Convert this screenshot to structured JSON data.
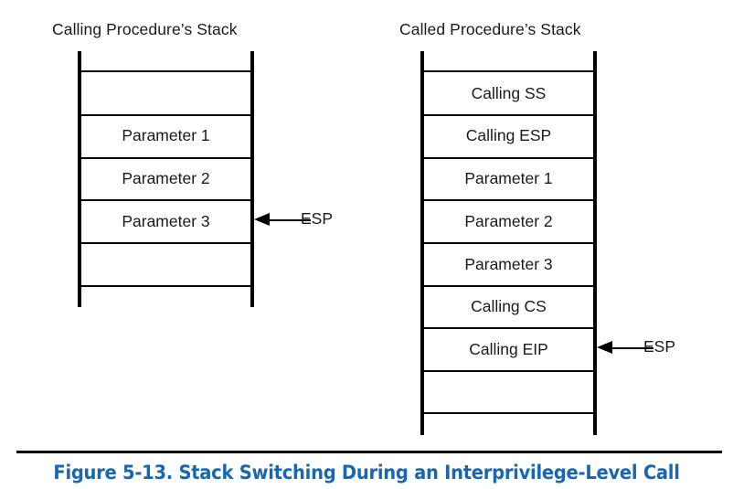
{
  "figure": {
    "caption": "Figure 5-13.  Stack Switching During an Interprivilege-Level Call",
    "caption_color": "#1668b3",
    "line_color": "#000000",
    "background": "#ffffff"
  },
  "stacks": [
    {
      "id": "calling",
      "title": "Calling Procedure’s Stack",
      "cells": [
        {
          "label": ""
        },
        {
          "label": ""
        },
        {
          "label": "Parameter 1"
        },
        {
          "label": "Parameter 2"
        },
        {
          "label": "Parameter 3"
        },
        {
          "label": ""
        },
        {
          "label": ""
        }
      ],
      "pointer": {
        "label": "ESP",
        "points_to_cell": "Parameter 3"
      }
    },
    {
      "id": "called",
      "title": "Called Procedure’s Stack",
      "cells": [
        {
          "label": ""
        },
        {
          "label": "Calling SS"
        },
        {
          "label": "Calling ESP"
        },
        {
          "label": "Parameter 1"
        },
        {
          "label": "Parameter 2"
        },
        {
          "label": "Parameter 3"
        },
        {
          "label": "Calling CS"
        },
        {
          "label": "Calling EIP"
        },
        {
          "label": ""
        },
        {
          "label": ""
        }
      ],
      "pointer": {
        "label": "ESP",
        "points_to_cell": "Calling EIP"
      }
    }
  ]
}
